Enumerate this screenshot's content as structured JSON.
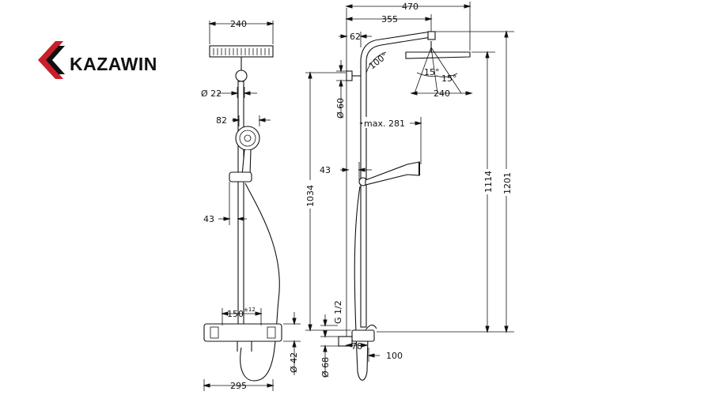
{
  "brand": {
    "name": "KAZAWIN",
    "accent": "#c8202a"
  },
  "front_view": {
    "head_width": "240",
    "arm_diameter": "Ø 22",
    "hand_shower_offset": "82",
    "bracket_offset": "43",
    "inlet_spacing": "150",
    "inlet_tolerance": "±12",
    "mixer_height": "Ø 42",
    "total_width": "295"
  },
  "side_view": {
    "projection_total": "470",
    "projection_arm": "355",
    "wall_offset": "62",
    "arm_angle": "100°",
    "head_tilt_left": "15°",
    "head_tilt_right": "15°",
    "head_width": "240",
    "flange_diameter": "Ø 60",
    "hand_reach": "max. 281",
    "bracket_offset": "43",
    "rail_height": "1034",
    "head_height": "1114",
    "total_height": "1201",
    "thread": "G 1/2",
    "inlet_diameter": "Ø 68",
    "mixer_depth": "78",
    "outlet_depth": "100"
  }
}
